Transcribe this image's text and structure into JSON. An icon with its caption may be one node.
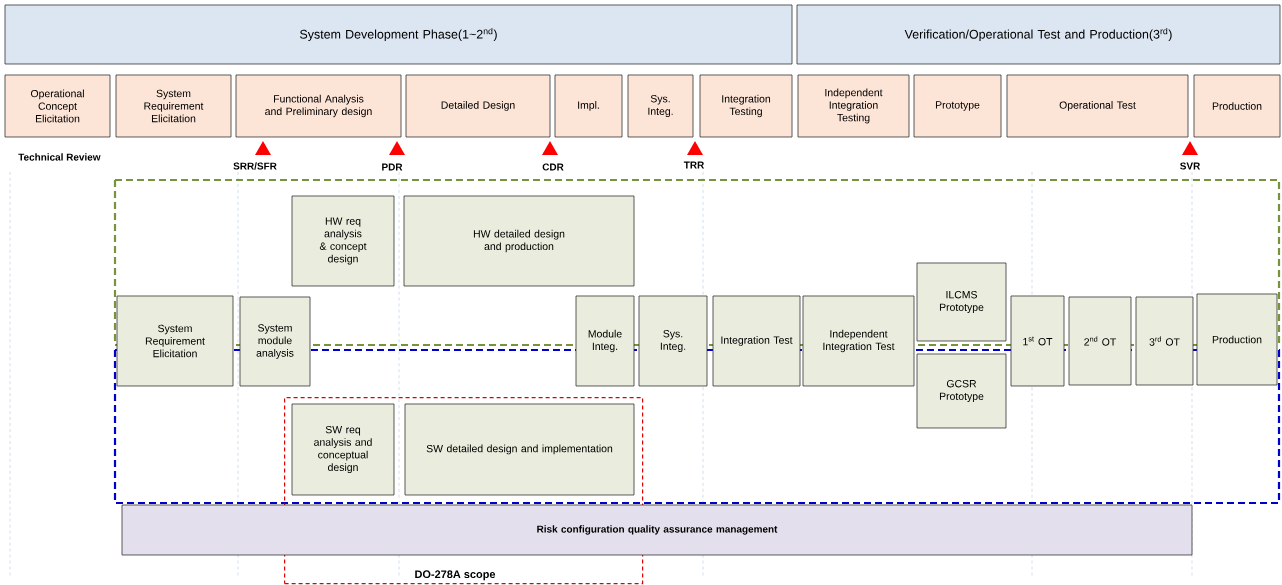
{
  "diagram": {
    "nodes": [
      {
        "text": [
          "System Development Phase(1~2$^{nd}$)"
        ]
      },
      {
        "text": [
          "Verification/Operational Test and Production(3$^{rd}$)"
        ]
      },
      {
        "text": [
          "Operational Concept Elicitation"
        ]
      },
      {
        "text": [
          "System Requirement Elicitation"
        ]
      },
      {
        "text": [
          "Functional Analysis and Preliminary design"
        ]
      },
      {
        "text": [
          "Detailed Design"
        ]
      },
      {
        "text": [
          "Impl."
        ]
      },
      {
        "text": [
          "Sys. Integ."
        ]
      },
      {
        "text": [
          "Integration Testing"
        ]
      },
      {
        "text": [
          "Independent Integration Testing"
        ]
      },
      {
        "text": [
          "Prototype"
        ]
      },
      {
        "text": [
          "Operational Test"
        ]
      },
      {
        "text": [
          "Production"
        ]
      },
      {
        "text": [
          "HW req analysis & concept design"
        ]
      },
      {
        "text": [
          "HW detailed design and production"
        ]
      },
      {
        "text": [
          "System Requirement Elicitation"
        ]
      },
      {
        "text": [
          "System module analysis"
        ]
      },
      {
        "text": [
          "Module Integ."
        ]
      },
      {
        "text": [
          "Sys. Integ."
        ]
      },
      {
        "text": [
          "Integration Test"
        ]
      },
      {
        "text": [
          "Independent Integration Test"
        ]
      },
      {
        "text": [
          "ILCMS Prototype"
        ]
      },
      {
        "text": [
          "GCSR Prototype"
        ]
      },
      {
        "text": [
          "1$^{st}$ OT"
        ]
      },
      {
        "text": [
          "2$^{nd}$ OT"
        ]
      },
      {
        "text": [
          "3$^{rd}$ OT"
        ]
      },
      {
        "text": [
          "Production"
        ]
      },
      {
        "text": [
          "DO-278A scope"
        ]
      },
      {
        "text": [
          "SW req analysis and conceptual design"
        ],
        "in": 27
      },
      {
        "text": [
          "SW detailed design and implementation"
        ],
        "in": 27
      },
      {
        "text": [
          "Risk configuration quality assurance management"
        ]
      }
    ],
    "labels": [
      "Technical Review",
      "SRR/SFR",
      "PDR",
      "CDR",
      "TRR",
      "SVR"
    ]
  }
}
